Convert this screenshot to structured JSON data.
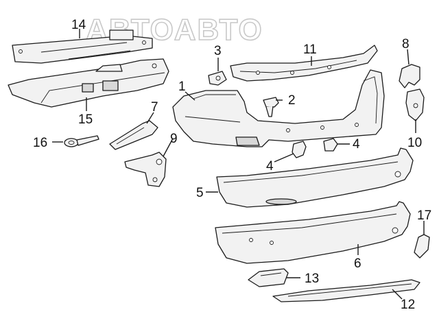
{
  "watermark": {
    "text": "АВТОАВТО"
  },
  "callouts": [
    {
      "id": "1",
      "label": "1"
    },
    {
      "id": "2",
      "label": "2"
    },
    {
      "id": "3",
      "label": "3"
    },
    {
      "id": "4a",
      "label": "4"
    },
    {
      "id": "4b",
      "label": "4"
    },
    {
      "id": "5",
      "label": "5"
    },
    {
      "id": "6",
      "label": "6"
    },
    {
      "id": "7",
      "label": "7"
    },
    {
      "id": "8",
      "label": "8"
    },
    {
      "id": "9",
      "label": "9"
    },
    {
      "id": "10",
      "label": "10"
    },
    {
      "id": "11",
      "label": "11"
    },
    {
      "id": "12",
      "label": "12"
    },
    {
      "id": "13",
      "label": "13"
    },
    {
      "id": "14",
      "label": "14"
    },
    {
      "id": "15",
      "label": "15"
    },
    {
      "id": "16",
      "label": "16"
    },
    {
      "id": "17",
      "label": "17"
    }
  ]
}
